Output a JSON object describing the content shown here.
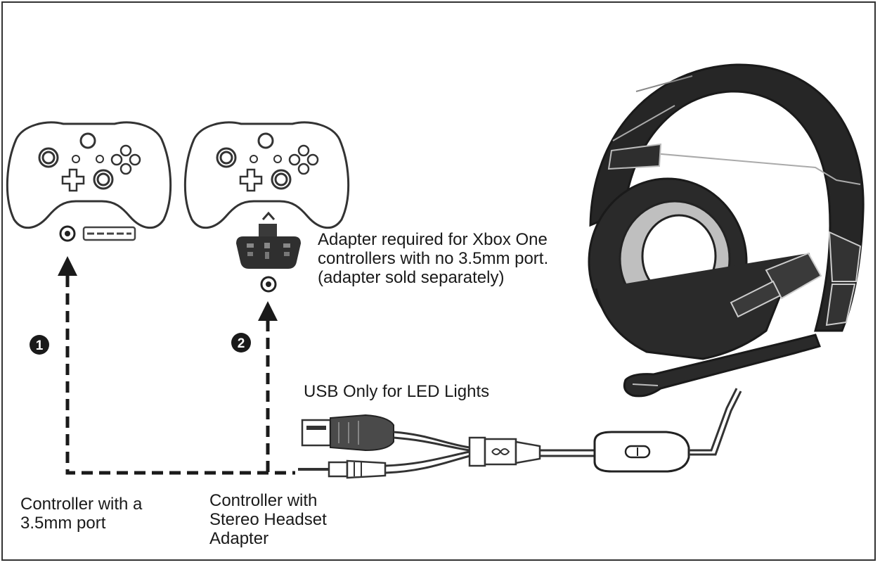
{
  "labels": {
    "adapter_note": "Adapter required for Xbox One\ncontrollers with no 3.5mm port.\n(adapter sold separately)",
    "usb_note": "USB Only for LED Lights",
    "controller_1": "Controller with a\n3.5mm port",
    "controller_2": "Controller with\nStereo Headset\nAdapter"
  },
  "steps": {
    "step_1": "1",
    "step_2": "2"
  },
  "icons": [
    "controller-icon",
    "jack-port-icon",
    "usb-port-icon",
    "headset-adapter-icon",
    "headset-icon",
    "usb-plug-icon",
    "audio-jack-plug-icon",
    "inline-remote-icon",
    "dashed-arrow-icon"
  ]
}
